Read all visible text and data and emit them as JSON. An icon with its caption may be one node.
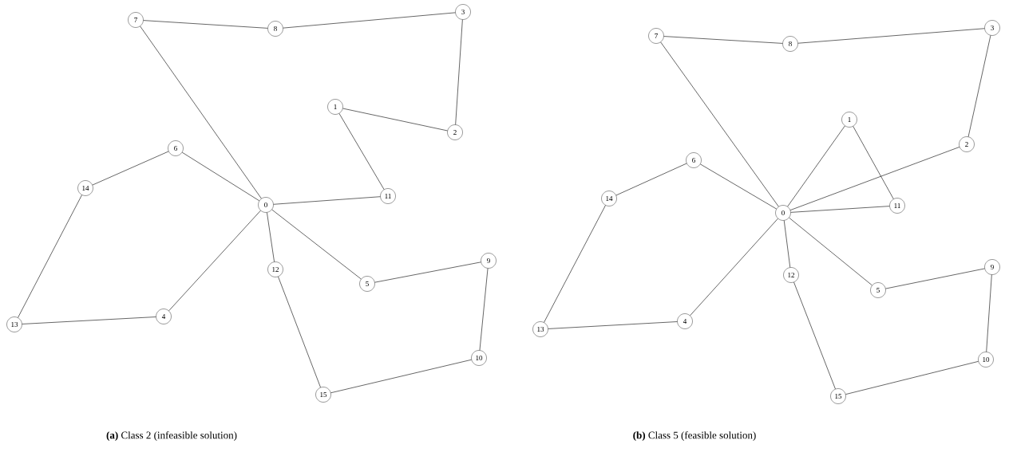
{
  "diagram": {
    "nodes": [
      {
        "text": [
          "0"
        ]
      },
      {
        "text": [
          "1"
        ]
      },
      {
        "text": [
          "2"
        ]
      },
      {
        "text": [
          "3"
        ]
      },
      {
        "text": [
          "4"
        ]
      },
      {
        "text": [
          "5"
        ]
      },
      {
        "text": [
          "6"
        ]
      },
      {
        "text": [
          "7"
        ]
      },
      {
        "text": [
          "8"
        ]
      },
      {
        "text": [
          "9"
        ]
      },
      {
        "text": [
          "10"
        ]
      },
      {
        "text": [
          "11"
        ]
      },
      {
        "text": [
          "12"
        ]
      },
      {
        "text": [
          "13"
        ]
      },
      {
        "text": [
          "14"
        ]
      },
      {
        "text": [
          "15"
        ]
      },
      {
        "text": [
          "0"
        ]
      },
      {
        "text": [
          "1"
        ]
      },
      {
        "text": [
          "2"
        ]
      },
      {
        "text": [
          "3"
        ]
      },
      {
        "text": [
          "4"
        ]
      },
      {
        "text": [
          "5"
        ]
      },
      {
        "text": [
          "6"
        ]
      },
      {
        "text": [
          "7"
        ]
      },
      {
        "text": [
          "8"
        ]
      },
      {
        "text": [
          "9"
        ]
      },
      {
        "text": [
          "10"
        ]
      },
      {
        "text": [
          "11"
        ]
      },
      {
        "text": [
          "12"
        ]
      },
      {
        "text": [
          "13"
        ]
      },
      {
        "text": [
          "14"
        ]
      },
      {
        "text": [
          "15"
        ]
      }
    ],
    "edges": [
      {
        "from": 7,
        "to": 8,
        "arrow": "none"
      },
      {
        "from": 8,
        "to": 3,
        "arrow": "none"
      },
      {
        "from": 3,
        "to": 2,
        "arrow": "none"
      },
      {
        "from": 2,
        "to": 1,
        "arrow": "none"
      },
      {
        "from": 1,
        "to": 11,
        "arrow": "none"
      },
      {
        "from": 11,
        "to": 0,
        "arrow": "none"
      },
      {
        "from": 0,
        "to": 7,
        "arrow": "none"
      },
      {
        "from": 0,
        "to": 6,
        "arrow": "none"
      },
      {
        "from": 6,
        "to": 14,
        "arrow": "none"
      },
      {
        "from": 14,
        "to": 13,
        "arrow": "none"
      },
      {
        "from": 13,
        "to": 4,
        "arrow": "none"
      },
      {
        "from": 4,
        "to": 0,
        "arrow": "none"
      },
      {
        "from": 0,
        "to": 12,
        "arrow": "none"
      },
      {
        "from": 12,
        "to": 15,
        "arrow": "none"
      },
      {
        "from": 15,
        "to": 10,
        "arrow": "none"
      },
      {
        "from": 10,
        "to": 9,
        "arrow": "none"
      },
      {
        "from": 9,
        "to": 5,
        "arrow": "none"
      },
      {
        "from": 5,
        "to": 0,
        "arrow": "none"
      },
      {
        "from": 23,
        "to": 24,
        "arrow": "none"
      },
      {
        "from": 24,
        "to": 19,
        "arrow": "none"
      },
      {
        "from": 19,
        "to": 18,
        "arrow": "none"
      },
      {
        "from": 18,
        "to": 16,
        "arrow": "none"
      },
      {
        "from": 16,
        "to": 17,
        "arrow": "none"
      },
      {
        "from": 17,
        "to": 27,
        "arrow": "none"
      },
      {
        "from": 27,
        "to": 16,
        "arrow": "none"
      },
      {
        "from": 16,
        "to": 23,
        "arrow": "none"
      },
      {
        "from": 16,
        "to": 22,
        "arrow": "none"
      },
      {
        "from": 22,
        "to": 30,
        "arrow": "none"
      },
      {
        "from": 30,
        "to": 29,
        "arrow": "none"
      },
      {
        "from": 29,
        "to": 20,
        "arrow": "none"
      },
      {
        "from": 20,
        "to": 16,
        "arrow": "none"
      },
      {
        "from": 16,
        "to": 28,
        "arrow": "none"
      },
      {
        "from": 28,
        "to": 31,
        "arrow": "none"
      },
      {
        "from": 31,
        "to": 26,
        "arrow": "none"
      },
      {
        "from": 26,
        "to": 25,
        "arrow": "none"
      },
      {
        "from": 25,
        "to": 21,
        "arrow": "none"
      },
      {
        "from": 21,
        "to": 16,
        "arrow": "none"
      }
    ],
    "labels": [
      "**(a)** Class 2 (infeasible solution)",
      "**(b)** Class 5 (feasible solution)"
    ]
  }
}
